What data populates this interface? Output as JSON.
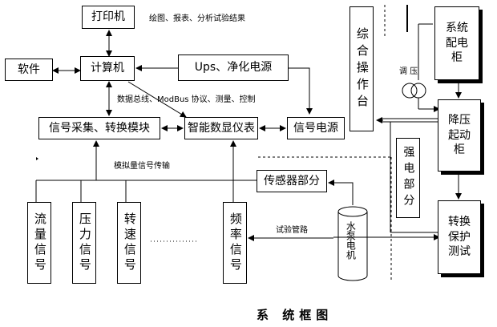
{
  "boxes": {
    "printer": "打印机",
    "software": "软件",
    "computer": "计算机",
    "ups": "Ups、净化电源",
    "signal_module": "信号采集、转换模块",
    "smart_meter": "智能数显仪表",
    "signal_power": "信号电源",
    "sensor": "传感器部分",
    "console": "综合操作台",
    "strong_power": "强电部分",
    "power_cabinet": "系统配电柜",
    "step_down_cabinet": "降压起动柜",
    "switch_cabinet": "转换保护测试",
    "pump": "水泵电机",
    "flow": "流量信号",
    "pressure": "压力信号",
    "speed": "转速信号",
    "frequency": "频率信号"
  },
  "notes": {
    "print_note": "绘图、报表、分析试验结果",
    "bus_note": "数据总线、ModBus 协议、测量、控制",
    "analog_note": "模拟量信号传输",
    "pipe_note": "试验管路",
    "regulator": "调 压"
  },
  "title": "系 统框图"
}
